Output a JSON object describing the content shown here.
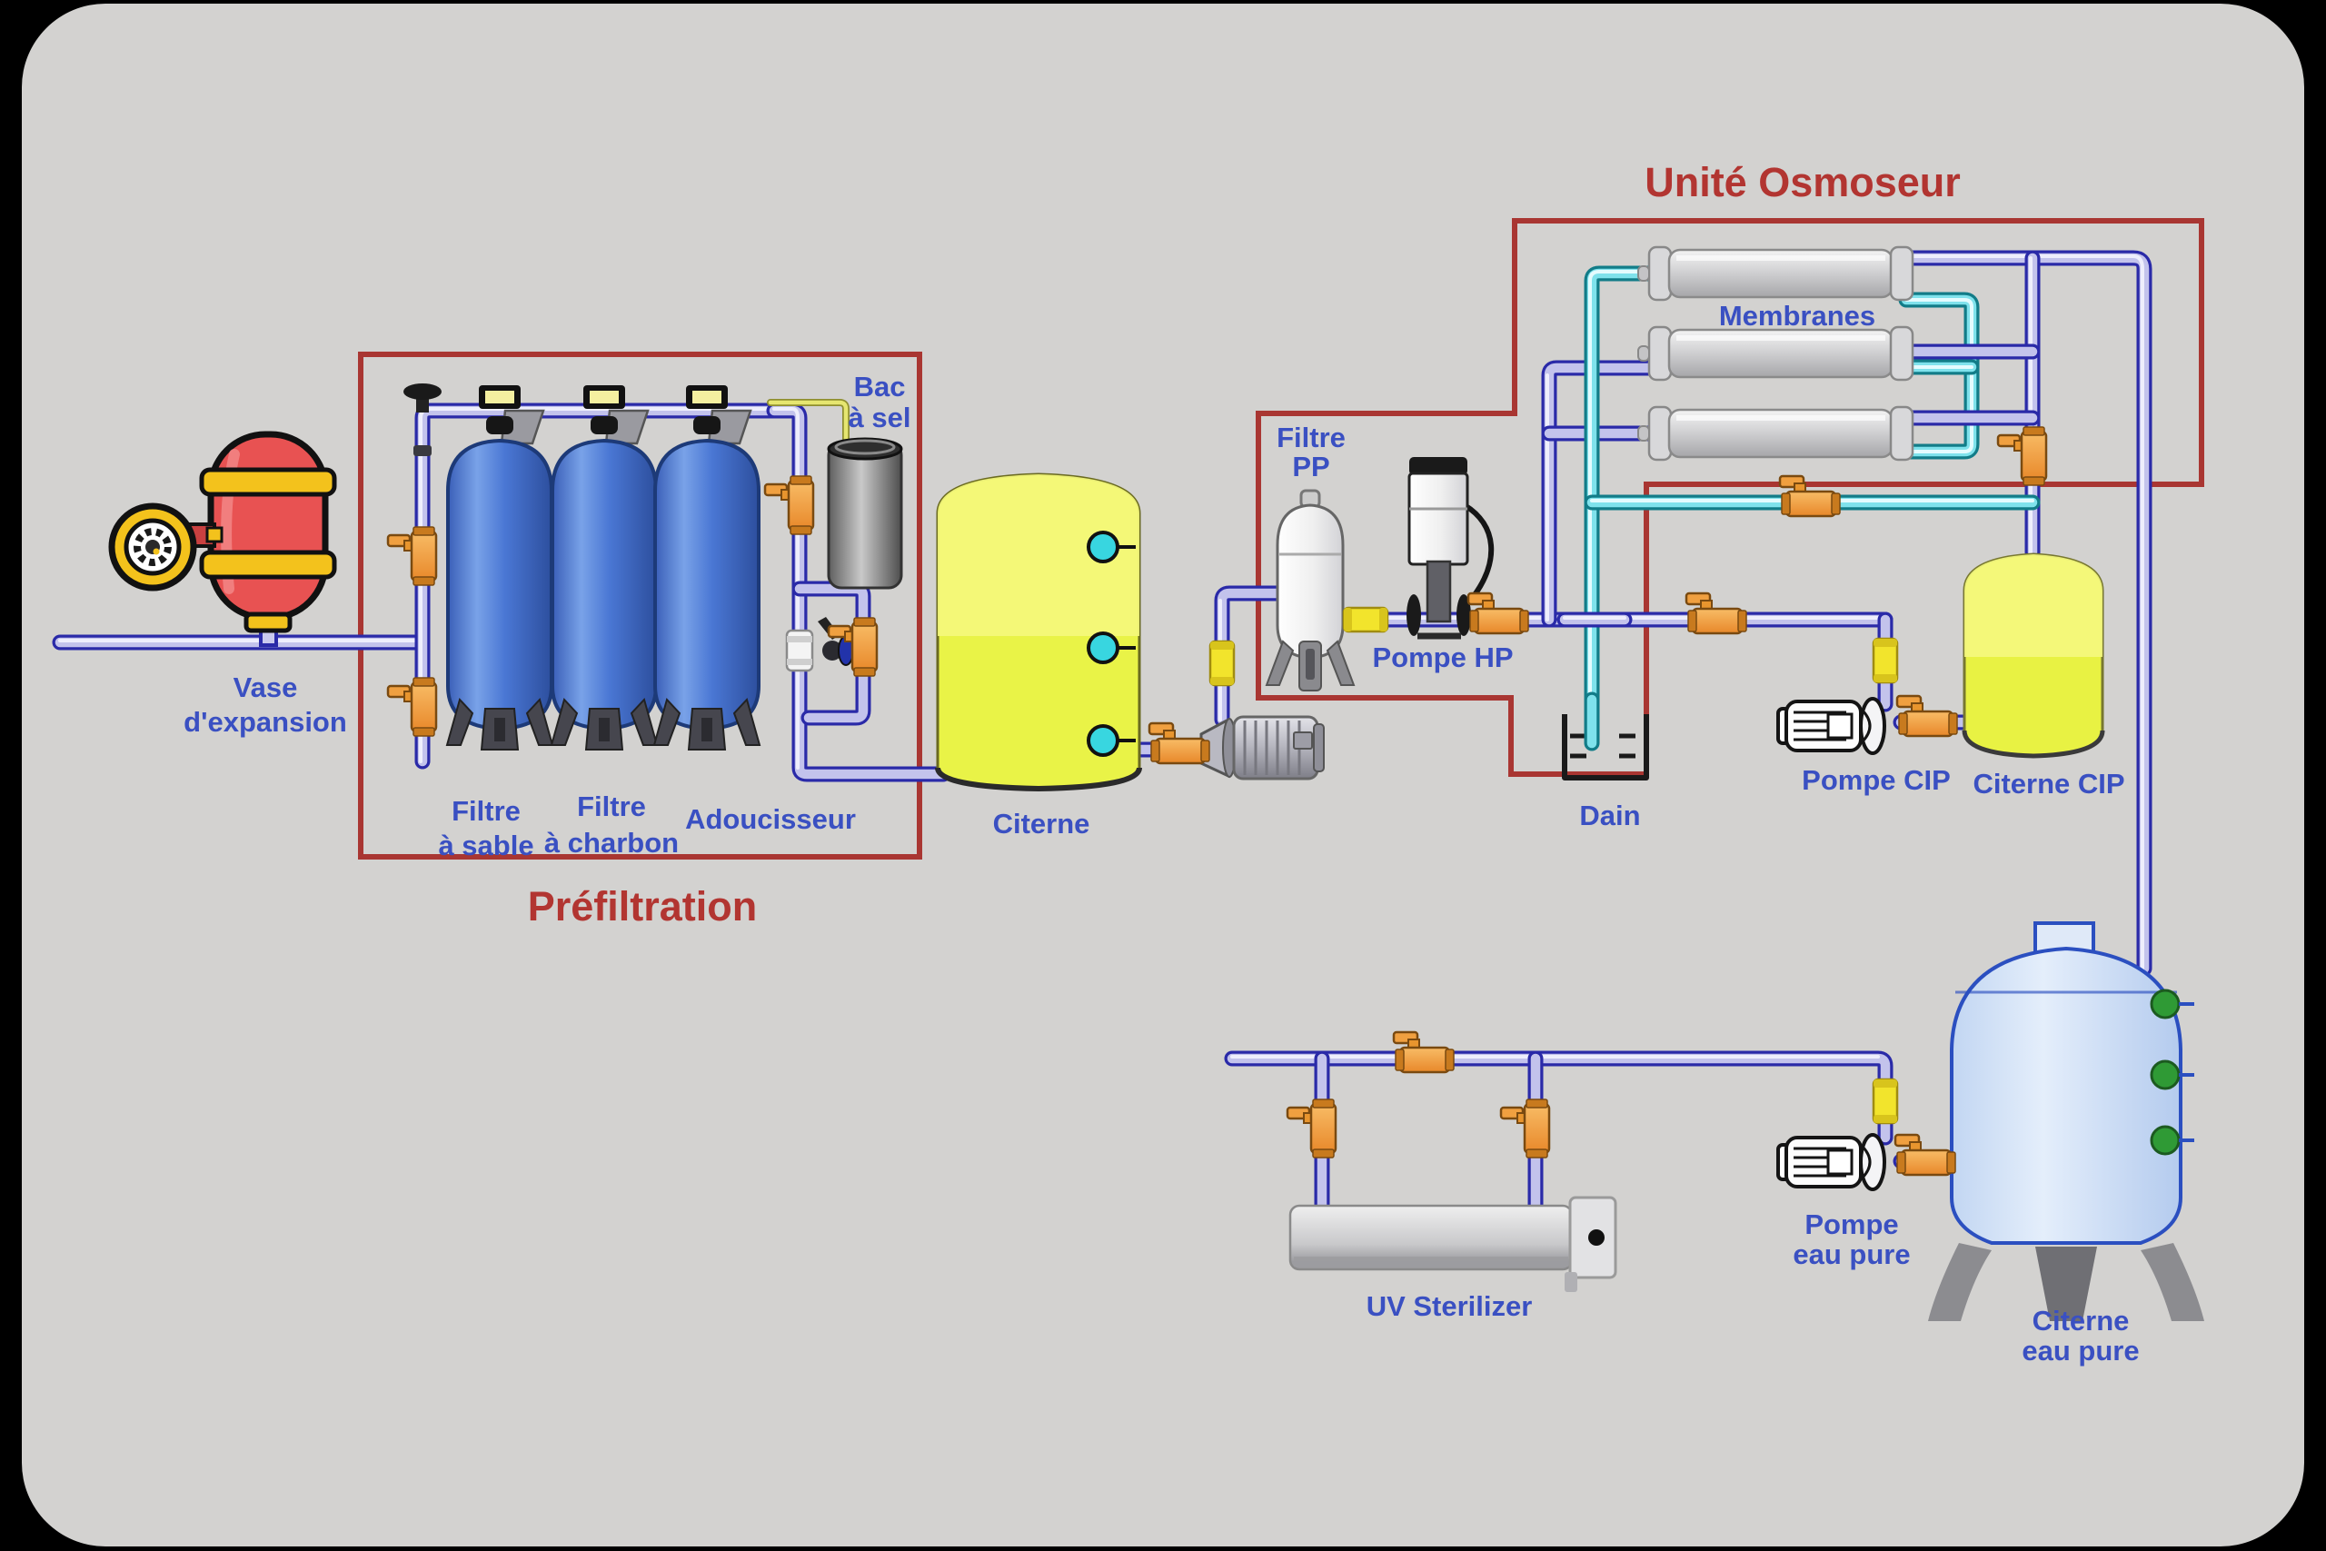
{
  "diagram": {
    "titles": {
      "osmoseur": "Unité Osmoseur",
      "prefiltration": "Préfiltration"
    },
    "labels": {
      "vase_expansion": {
        "line1": "Vase",
        "line2": "d'expansion"
      },
      "filtre_sable": {
        "line1": "Filtre",
        "line2": "à sable"
      },
      "filtre_charbon": {
        "line1": "Filtre",
        "line2": "à charbon"
      },
      "adoucisseur": "Adoucisseur",
      "bac_a_sel": {
        "line1": "Bac",
        "line2": "à sel"
      },
      "citerne": "Citerne",
      "filtre_pp": {
        "line1": "Filtre",
        "line2": "PP"
      },
      "pompe_hp": "Pompe HP",
      "membranes": "Membranes",
      "dain": "Dain",
      "pompe_cip": "Pompe CIP",
      "citerne_cip": "Citerne CIP",
      "pompe_eau_pure": {
        "line1": "Pompe",
        "line2": "eau pure"
      },
      "citerne_eau_pure": {
        "line1": "Citerne",
        "line2": "eau pure"
      },
      "uv_sterilizer": "UV Sterilizer"
    },
    "colors": {
      "background": "#000000",
      "panel": "#d3d2d0",
      "section_border": "#a93632",
      "label_blue": "#3a50c2",
      "title_red": "#b23531",
      "pipe_blue_outline": "#2a2aa8",
      "pipe_blue_fill": "#c3c3ec",
      "pipe_cyan_outline": "#127c88",
      "pipe_cyan_fill": "#7fe2ec",
      "brine_yellow": "#e6e670",
      "valve_orange": "#ef9d3d",
      "fitting_yellow": "#f2e42c",
      "filter_tank_blue": "#4a77d4",
      "citerne_yellow": "#e9f347",
      "cip_tank_yellow": "#e8f243",
      "pure_water_tank_blue": "#d7e5f8",
      "expansion_vessel_red": "#e85252",
      "gauge_yellow": "#f3c21c",
      "level_sensor_cyan": "#38d6e0",
      "level_sensor_green": "#2f9a35"
    }
  }
}
